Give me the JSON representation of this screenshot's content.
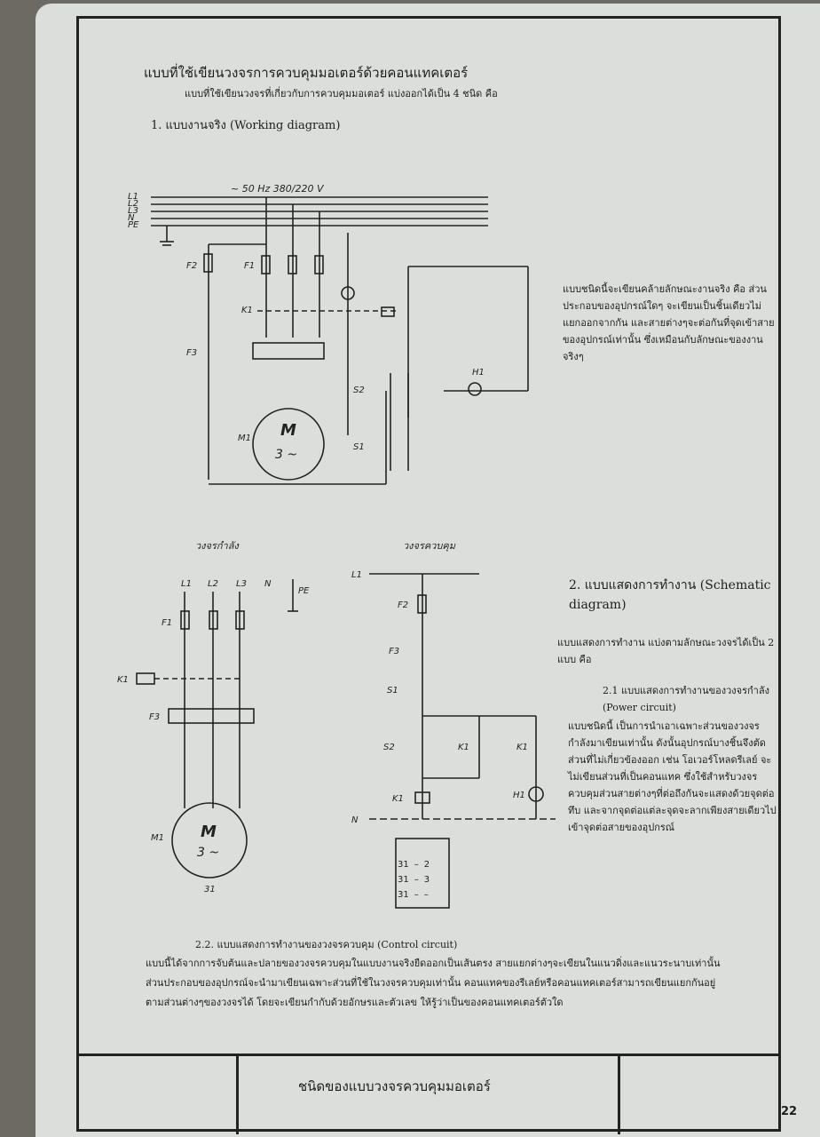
{
  "page": {
    "title": "แบบที่ใช้เขียนวงจรการควบคุมมอเตอร์ด้วยคอนแทคเตอร์",
    "intro": "แบบที่ใช้เขียนวงจรที่เกี่ยวกับการควบคุมมอเตอร์ แบ่งออกได้เป็น 4 ชนิด คือ",
    "section1_heading": "1. แบบงานจริง (Working diagram)",
    "working_desc": "แบบชนิดนี้จะเขียนคล้ายลักษณะงานจริง คือ ส่วนประกอบของอุปกรณ์ใดๆ จะเขียนเป็นชิ้นเดียวไม่แยกออกจากกัน และสายต่างๆจะต่อกันที่จุดเข้าสายของอุปกรณ์เท่านั้น ซึ่งเหมือนกับลักษณะของงานจริงๆ",
    "section2_heading": "2. แบบแสดงการทำงาน (Schematic diagram)",
    "schematic_desc": "แบบแสดงการทำงาน แบ่งตามลักษณะวงจรได้เป็น 2 แบบ คือ",
    "power_heading": "2.1 แบบแสดงการทำงานของวงจรกำลัง (Power circuit)",
    "power_desc": "แบบชนิดนี้ เป็นการนำเอาเฉพาะส่วนของวงจรกำลังมาเขียนเท่านั้น ดังนั้นอุปกรณ์บางชิ้นจึงตัดส่วนที่ไม่เกี่ยวข้องออก เช่น โอเวอร์โหลดรีเลย์ จะไม่เขียนส่วนที่เป็นคอนแทค ซึ่งใช้สำหรับวงจรควบคุมส่วนสายต่างๆที่ต่อถึงกันจะแสดงด้วยจุดต่อทึบ และจากจุดต่อแต่ละจุดจะลากเพียงสายเดียวไปเข้าจุดต่อสายของอุปกรณ์",
    "control_heading": "2.2. แบบแสดงการทำงานของวงจรควบคุม (Control circuit)",
    "control_desc": "แบบนี้ได้จากการจับต้นและปลายของวงจรควบคุมในแบบงานจริงยืดออกเป็นเส้นตรง สายแยกต่างๆจะเขียนในแนวดิ่งและแนวระนาบเท่านั้น ส่วนประกอบของอุปกรณ์จะนำมาเขียนเฉพาะส่วนที่ใช้ในวงจรควบคุมเท่านั้น คอนแทคของรีเลย์หรือคอนแทคเตอร์สามารถเขียนแยกกันอยู่ตามส่วนต่างๆของวงจรได้ โดยจะเขียนกำกับด้วยอักษรและตัวเลข ให้รู้ว่าเป็นของคอนแทคเตอร์ตัวใด",
    "footer_title": "ชนิดของแบบวงจรควบคุมมอเตอร์",
    "page_number": "22"
  },
  "diagram": {
    "supply": "~ 50 Hz 380/220 V",
    "lines": [
      "L1",
      "L2",
      "L3",
      "N",
      "PE"
    ],
    "power_label": "วงจรกำลัง",
    "control_label": "วงจรควบคุม",
    "labels": {
      "F1": "F1",
      "F2": "F2",
      "F3": "F3",
      "K1": "K1",
      "M1": "M1",
      "S1": "S1",
      "S2": "S2",
      "H1": "H1",
      "M": "M",
      "phase": "3 ~",
      "N": "N",
      "PE": "PE",
      "L1": "L1",
      "L2": "L2",
      "L3": "L3"
    },
    "table": [
      [
        "31",
        "–",
        "2"
      ],
      [
        "31",
        "–",
        "3"
      ],
      [
        "31",
        "–",
        "–"
      ]
    ],
    "motor_ref": "31"
  }
}
